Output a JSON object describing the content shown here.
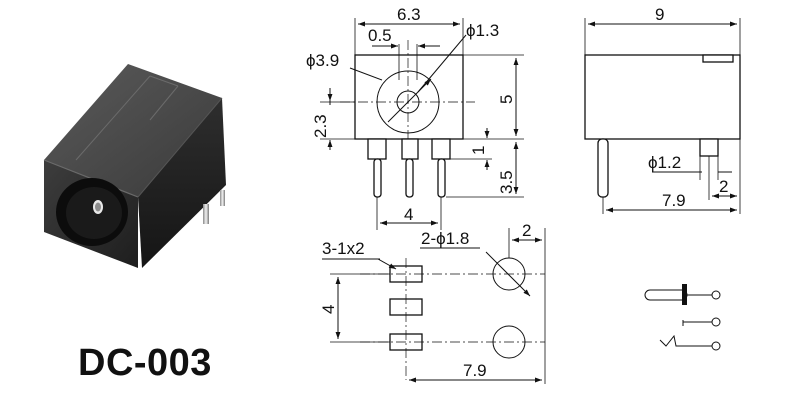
{
  "model": "DC-003",
  "front_view": {
    "width": "6.3",
    "offset": "0.5",
    "pin_dia": "ϕ1.3",
    "bore_dia": "ϕ3.9",
    "height": "5",
    "center_height": "2.3",
    "gap": "1",
    "pin_length": "3.5",
    "pin_spacing": "4"
  },
  "side_view": {
    "length": "9",
    "pin_dia": "ϕ1.2",
    "pin_offset": "2",
    "span": "7.9"
  },
  "footprint": {
    "slots": "3-1x2",
    "holes": "2-ϕ1.8",
    "edge": "2",
    "pitch": "4",
    "span": "7.9"
  }
}
